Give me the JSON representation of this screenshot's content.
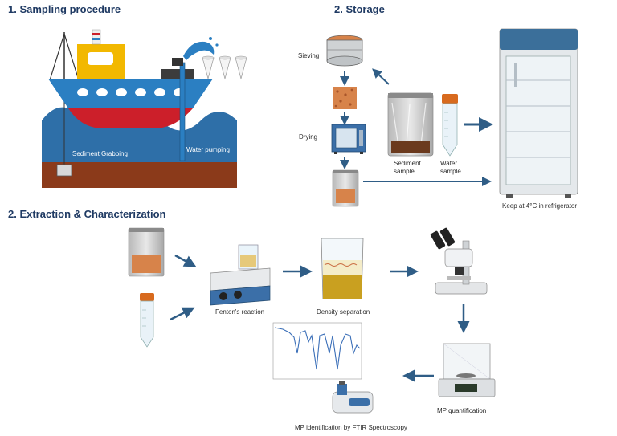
{
  "titles": {
    "sampling": "1. Sampling procedure",
    "storage": "2. Storage",
    "extraction": "2. Extraction & Characterization"
  },
  "labels": {
    "sediment_grabbing": "Sediment Grabbing",
    "water_pumping": "Water pumping",
    "sieving": "Sieving",
    "drying": "Drying",
    "sediment_sample_line1": "Sediment",
    "sediment_sample_line2": "sample",
    "water_sample_line1": "Water",
    "water_sample_line2": "sample",
    "refrigerator": "Keep at 4°C in refrigerator",
    "fenton": "Fenton's reaction",
    "density": "Density separation",
    "mp_quant": "MP quantification",
    "ftir": "MP identification by FTIR Spectroscopy"
  },
  "colors": {
    "title": "#1f3a63",
    "arrow": "#2f5d86",
    "sea": "#2e6fa8",
    "seabed": "#8b3a1a",
    "hull": "#2b7fc2",
    "hull_bottom": "#cc1f2a",
    "cabin": "#f2b800",
    "sediment": "#d7834a",
    "fridge_top": "#3b6f9a"
  }
}
